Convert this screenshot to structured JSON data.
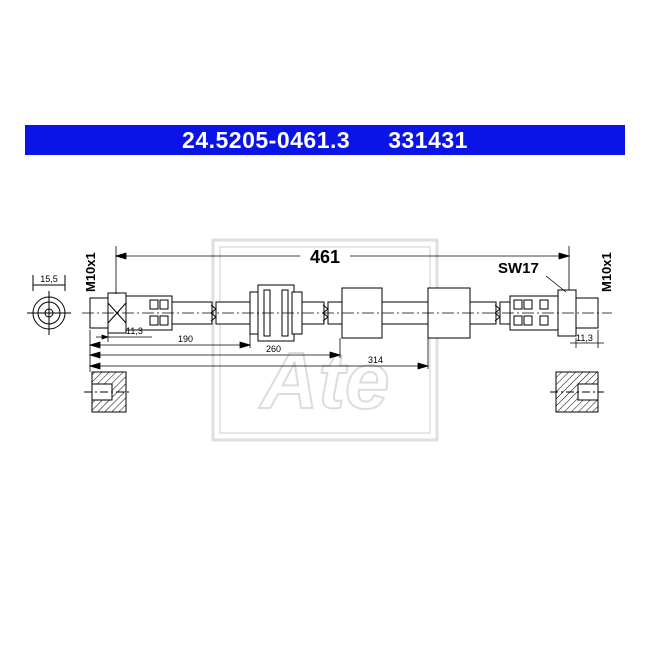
{
  "header": {
    "part_number": "24.5205-0461.3",
    "ref_number": "331431",
    "bar_color": "#0a14e6"
  },
  "drawing": {
    "total_length": "461",
    "thread_left": "M10x1",
    "thread_right": "M10x1",
    "wrench_size": "SW17",
    "diameter": "15,5",
    "fitting_left": "11,3",
    "fitting_right": "11,3",
    "dim_1": "190",
    "dim_2": "260",
    "dim_3": "314"
  },
  "watermark": {
    "logo_text": "Ate"
  }
}
